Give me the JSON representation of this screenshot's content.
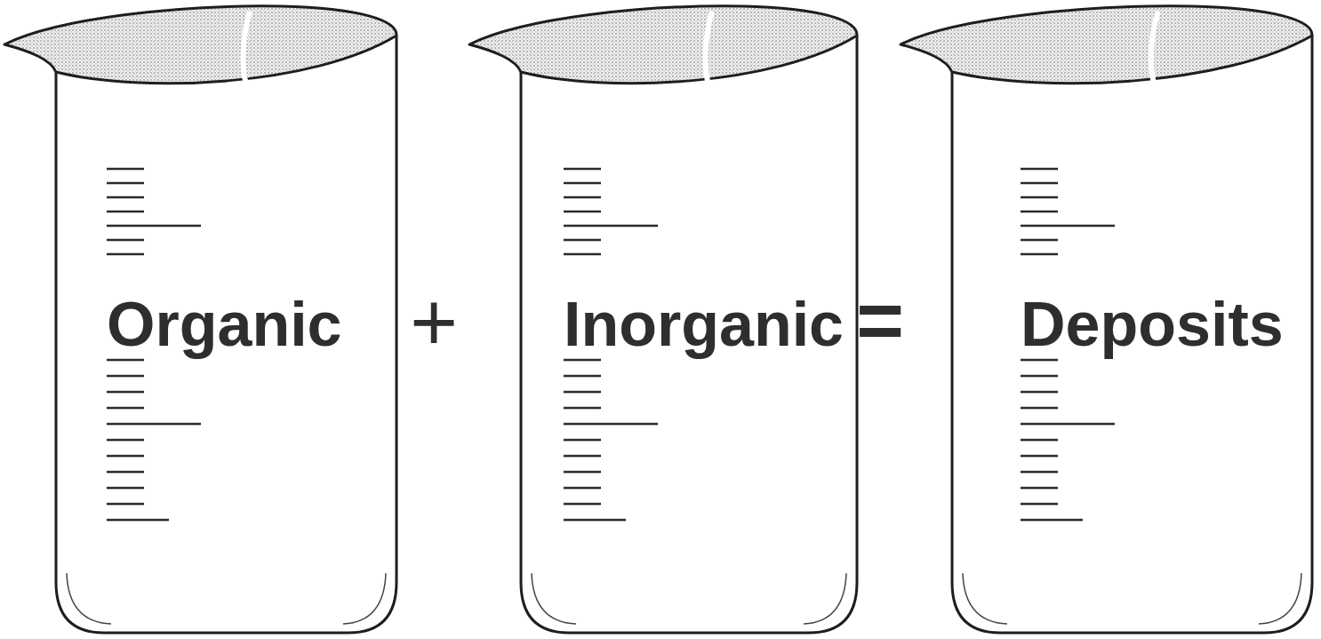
{
  "diagram": {
    "nodes": [
      {
        "text": [
          "Organic"
        ]
      },
      {
        "text": [
          "Inorganic"
        ]
      },
      {
        "text": [
          "Deposits"
        ]
      }
    ],
    "labels": [
      "+",
      "="
    ]
  }
}
